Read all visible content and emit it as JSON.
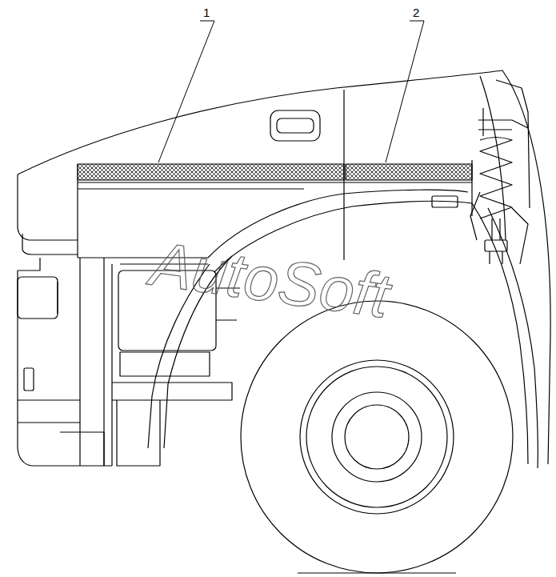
{
  "diagram": {
    "labels": [
      "1",
      "2",
      "AutoSoft"
    ]
  }
}
